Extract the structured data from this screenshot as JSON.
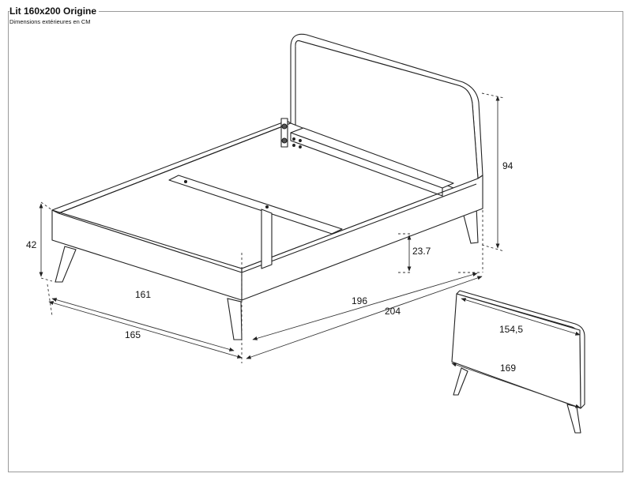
{
  "header": {
    "title": "Lit 160x200 Origine",
    "subtitle": "Dimensions extérieures en CM"
  },
  "dimensions": {
    "height_total": "94",
    "height_frame": "42",
    "height_side": "23.7",
    "inner_width": "161",
    "outer_width": "165",
    "inner_length": "196",
    "outer_length": "204",
    "headboard_inner_width": "154,5",
    "headboard_outer_width": "169"
  },
  "colors": {
    "line": "#222222",
    "dim_line": "#333333",
    "frame": "#9a9a9a"
  }
}
